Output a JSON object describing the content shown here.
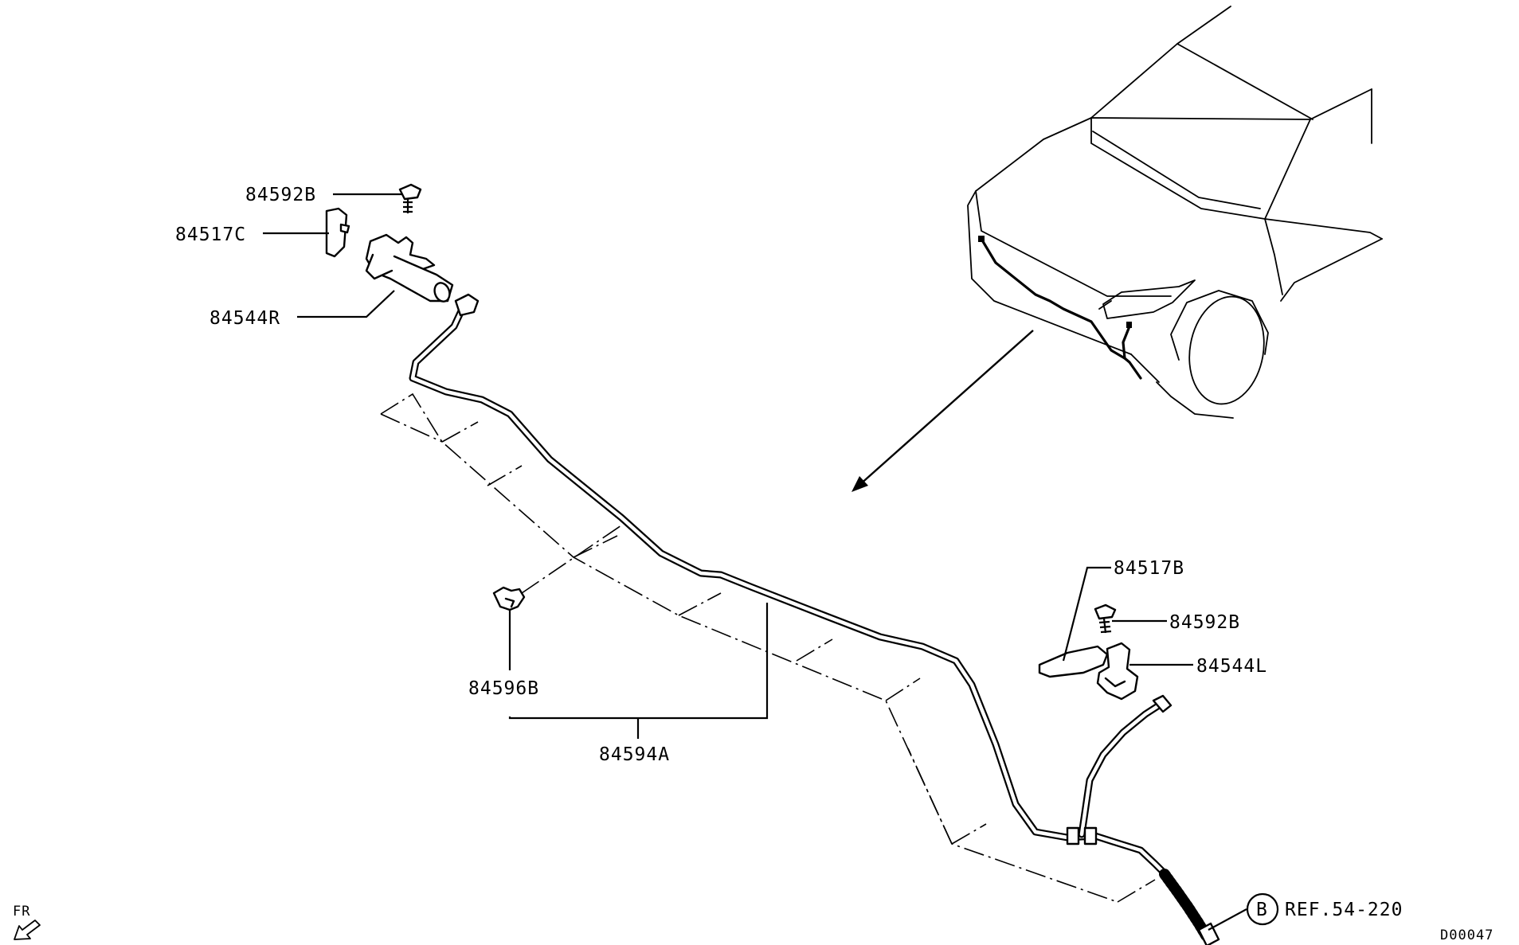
{
  "diagram": {
    "labels": {
      "part_84592B_top": "84592B",
      "part_84517C": "84517C",
      "part_84544R": "84544R",
      "part_84517B": "84517B",
      "part_84592B_right": "84592B",
      "part_84544L": "84544L",
      "part_84596B": "84596B",
      "part_84594A": "84594A"
    },
    "reference": {
      "letter": "B",
      "text": "REF.54-220"
    },
    "orientation": "FR",
    "drawing_code": "D00047"
  }
}
